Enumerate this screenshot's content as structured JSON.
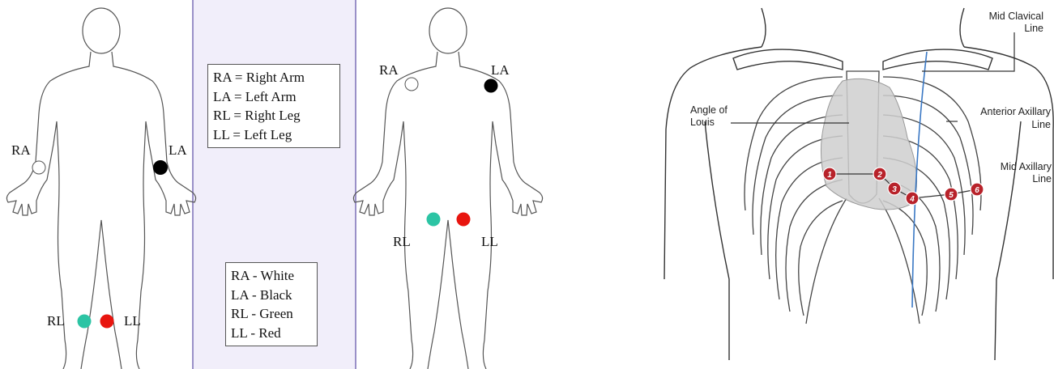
{
  "limb_legend": [
    "RA = Right Arm",
    "LA = Left Arm",
    "RL = Right Leg",
    "LL = Left Leg"
  ],
  "color_legend": [
    "RA - White",
    "LA - Black",
    "RL - Green",
    "LL - Red"
  ],
  "front_body": {
    "labels": {
      "ra": "RA",
      "la": "LA",
      "rl": "RL",
      "ll": "LL"
    }
  },
  "back_body": {
    "labels": {
      "ra": "RA",
      "la": "LA",
      "rl": "RL",
      "ll": "LL"
    }
  },
  "chest": {
    "labels": {
      "mid_clavical": [
        "Mid Clavical",
        "Line"
      ],
      "angle_of_louis": [
        "Angle of",
        "Louis"
      ],
      "anterior_axillary": [
        "Anterior Axillary",
        "Line"
      ],
      "mid_axillary": [
        "Mid Axillary",
        "Line"
      ]
    },
    "leads": [
      "1",
      "2",
      "3",
      "4",
      "5",
      "6"
    ]
  },
  "colors": {
    "white": "#ffffff",
    "black": "#000000",
    "green": "#2cc4a4",
    "red": "#e8150f",
    "lead_marker": "#b8222a",
    "panel": "#f1eefa",
    "panel_border": "#9a90c8",
    "guide_line": "#3a78c4"
  }
}
